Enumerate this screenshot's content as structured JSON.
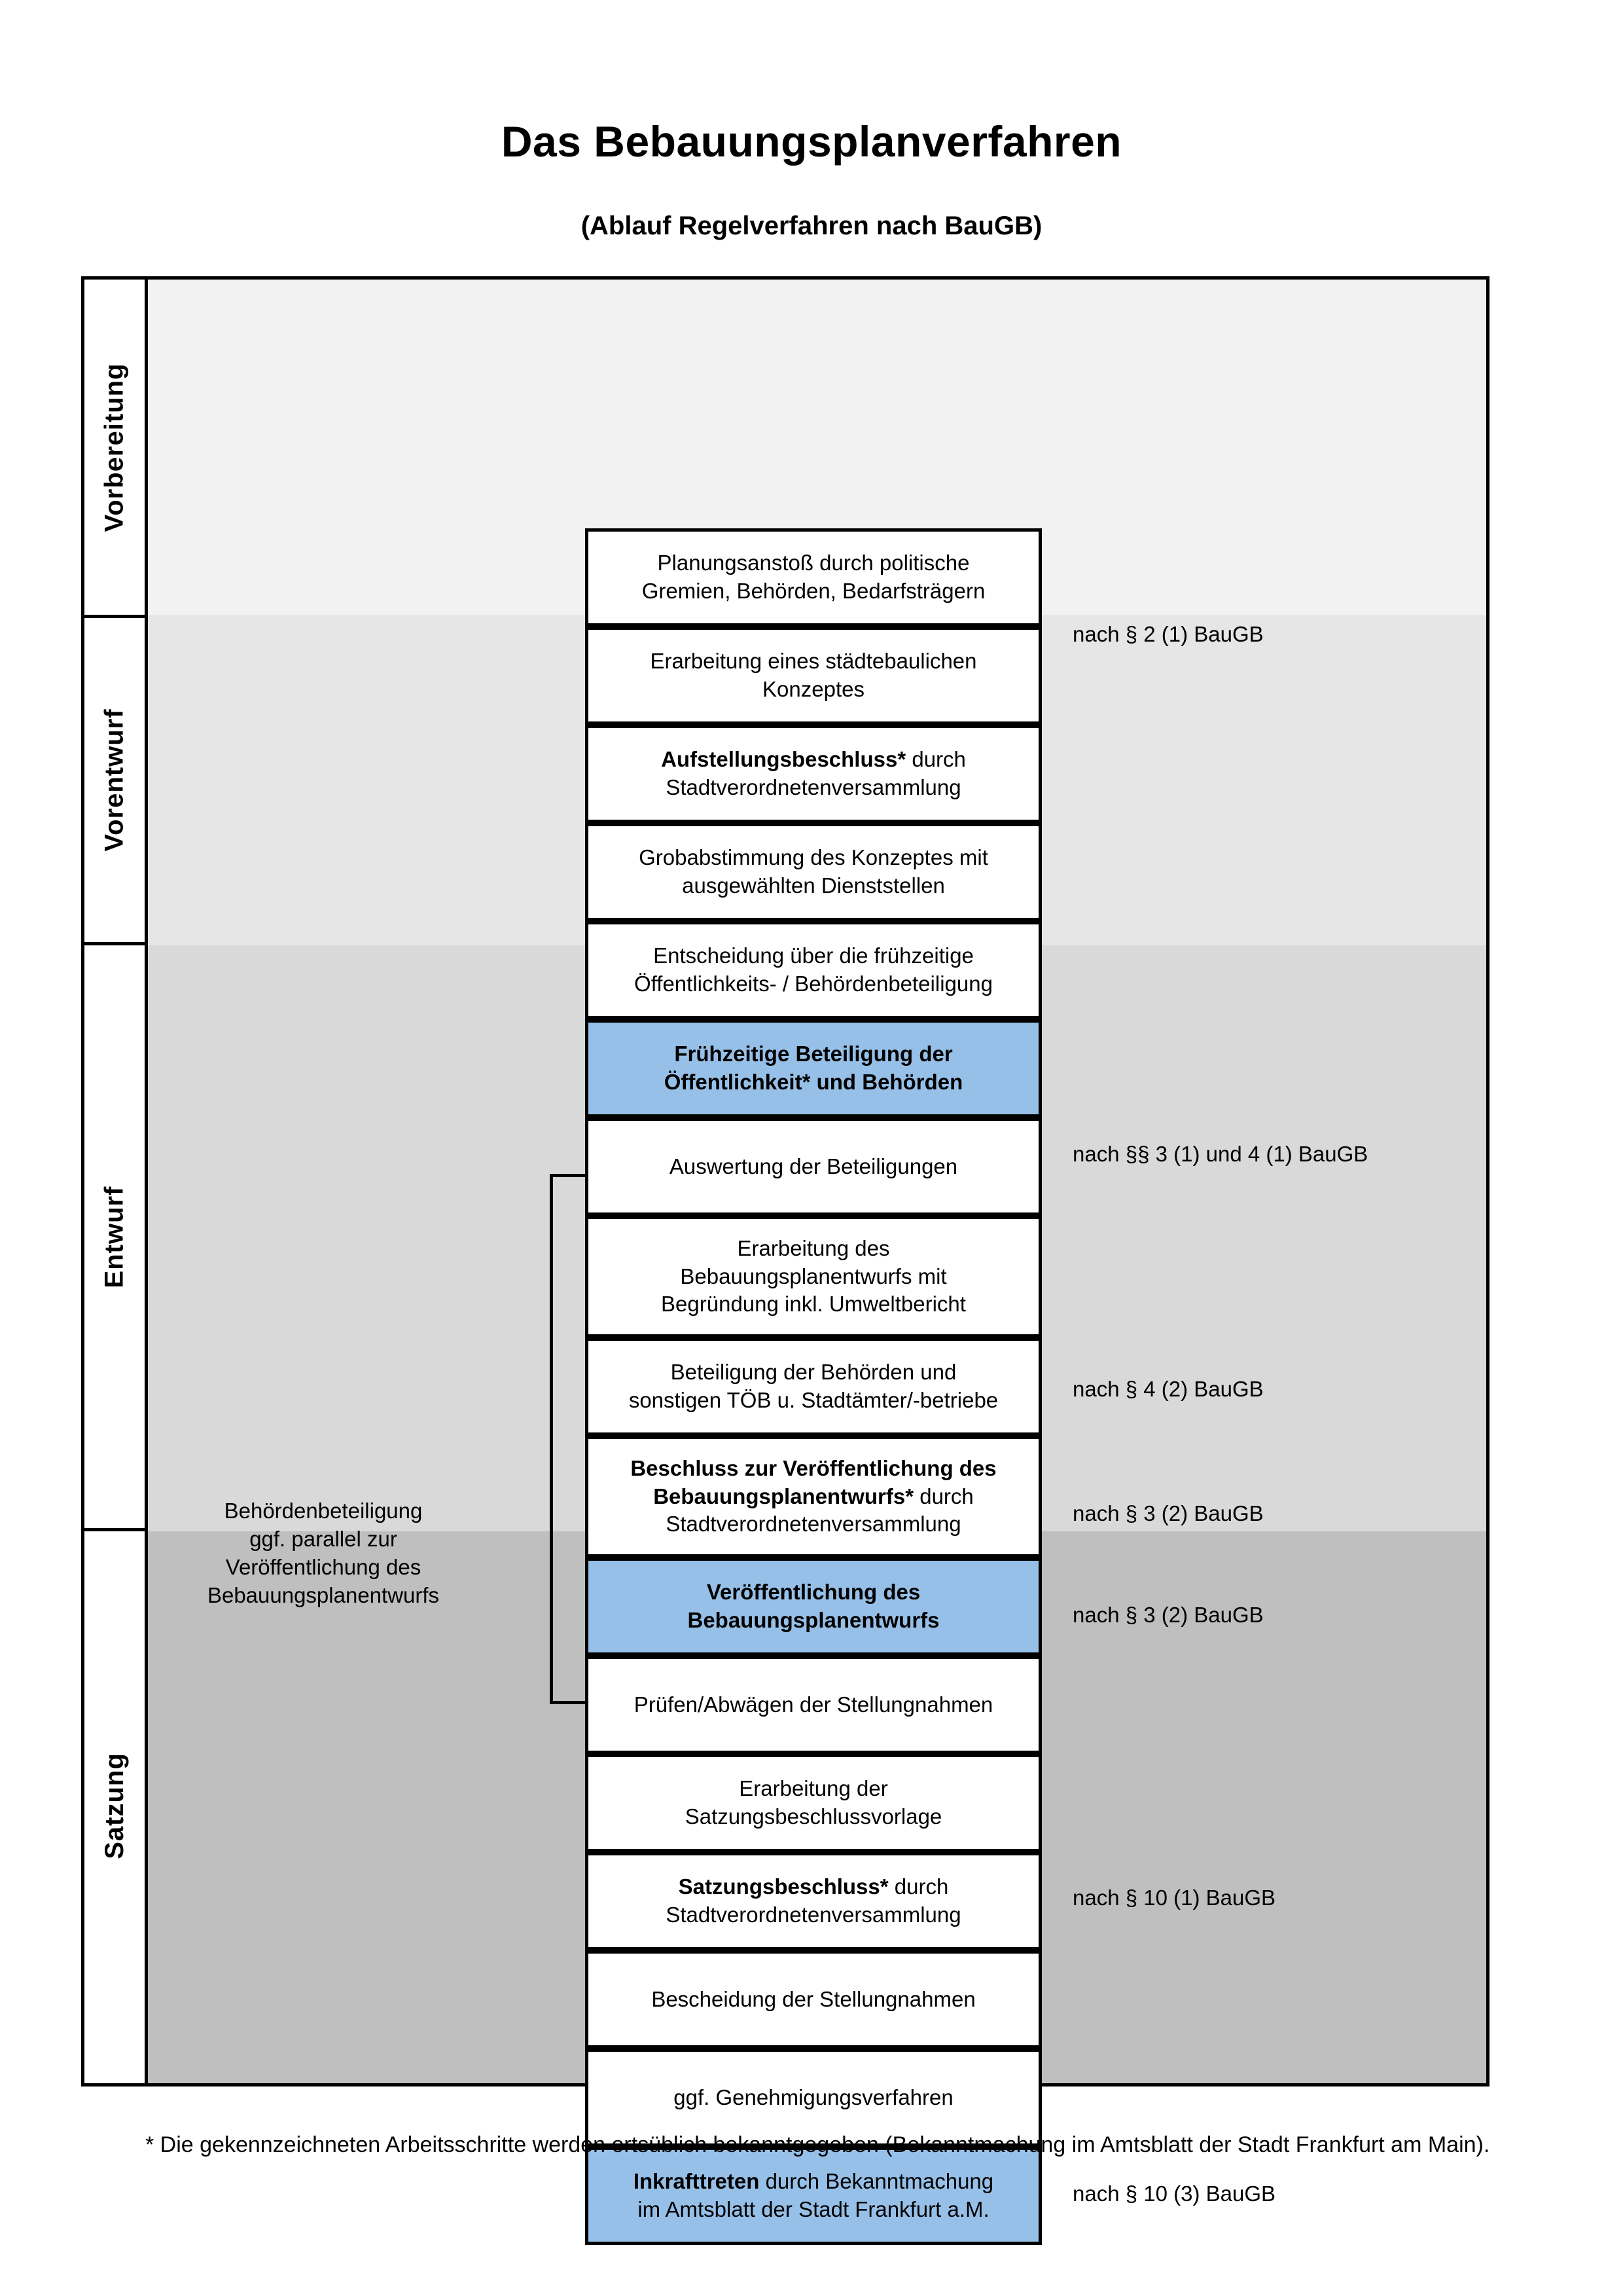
{
  "header": {
    "title": "Das Bebauungsplanverfahren",
    "subtitle": "(Ablauf Regelverfahren nach BauGB)"
  },
  "phases": [
    {
      "label": "Vorbereitung"
    },
    {
      "label": "Vorentwurf"
    },
    {
      "label": "Entwurf"
    },
    {
      "label": "Satzung"
    }
  ],
  "steps": [
    {
      "id": "planungsanstoss",
      "lines": [
        "Planungsanstoß durch politische",
        "Gremien, Behörden, Bedarfsträgern"
      ],
      "highlight": false
    },
    {
      "id": "erarbeitung-konzept",
      "lines": [
        "Erarbeitung eines städtebaulichen",
        "Konzeptes"
      ],
      "highlight": false
    },
    {
      "id": "aufstellungsbeschluss",
      "bold_prefix": "Aufstellungsbeschluss*",
      "rest_first_line": " durch",
      "lines": [
        "Aufstellungsbeschluss* durch",
        "Stadtverordnetenversammlung"
      ],
      "highlight": false
    },
    {
      "id": "grobabstimmung",
      "lines": [
        "Grobabstimmung des Konzeptes mit",
        "ausgewählten Dienststellen"
      ],
      "highlight": false
    },
    {
      "id": "entscheidung-fruehzeitig",
      "lines": [
        "Entscheidung über die frühzeitige",
        "Öffentlichkeits- / Behördenbeteiligung"
      ],
      "highlight": false
    },
    {
      "id": "fruehzeitige-beteiligung",
      "lines": [
        "Frühzeitige Beteiligung der",
        "Öffentlichkeit* und Behörden"
      ],
      "highlight": true,
      "all_bold": true
    },
    {
      "id": "auswertung",
      "lines": [
        "Auswertung der Beteiligungen"
      ],
      "highlight": false
    },
    {
      "id": "erarbeitung-entwurf",
      "lines": [
        "Erarbeitung des",
        "Bebauungsplanentwurfs mit",
        "Begründung inkl. Umweltbericht"
      ],
      "highlight": false
    },
    {
      "id": "beteiligung-behoerden",
      "lines": [
        "Beteiligung der Behörden und",
        "sonstigen TÖB u. Stadtämter/-betriebe"
      ],
      "highlight": false
    },
    {
      "id": "beschluss-veroeffentlichung",
      "bold_prefix": "Beschluss zur Veröffentlichung des Bebauungsplanentwurfs*",
      "rest": " durch Stadtverordnetenversammlung",
      "lines": [
        "Beschluss zur Veröffentlichung des",
        "Bebauungsplanentwurfs* durch",
        "Stadtverordnetenversammlung"
      ],
      "highlight": false
    },
    {
      "id": "veroeffentlichung",
      "lines": [
        "Veröffentlichung des",
        "Bebauungsplanentwurfs"
      ],
      "highlight": true,
      "all_bold": true
    },
    {
      "id": "pruefen-abwaegen",
      "lines": [
        "Prüfen/Abwägen der Stellungnahmen"
      ],
      "highlight": false
    },
    {
      "id": "erarbeitung-satzungsvorlage",
      "lines": [
        "Erarbeitung der",
        "Satzungsbeschlussvorlage"
      ],
      "highlight": false
    },
    {
      "id": "satzungsbeschluss",
      "bold_prefix": "Satzungsbeschluss*",
      "rest": " durch Stadtverordnetenversammlung",
      "lines": [
        "Satzungsbeschluss* durch",
        "Stadtverordnetenversammlung"
      ],
      "highlight": false
    },
    {
      "id": "bescheidung",
      "lines": [
        "Bescheidung der Stellungnahmen"
      ],
      "highlight": false
    },
    {
      "id": "genehmigungsverfahren",
      "lines": [
        "ggf. Genehmigungsverfahren"
      ],
      "highlight": false
    },
    {
      "id": "inkrafttreten",
      "bold_prefix": "Inkrafttreten",
      "rest": " durch Bekanntmachung im Amtsblatt der Stadt Frankfurt a.M.",
      "lines": [
        "Inkrafttreten durch Bekanntmachung",
        "im Amtsblatt der Stadt Frankfurt a.M."
      ],
      "highlight": true
    }
  ],
  "step_text": {
    "planungsanstoss_l1": "Planungsanstoß durch politische",
    "planungsanstoss_l2": "Gremien, Behörden, Bedarfsträgern",
    "konzept_l1": "Erarbeitung eines städtebaulichen",
    "konzept_l2": "Konzeptes",
    "aufstellung_bold": "Aufstellungsbeschluss*",
    "aufstellung_rest": " durch",
    "aufstellung_l2": "Stadtverordnetenversammlung",
    "grob_l1": "Grobabstimmung des Konzeptes mit",
    "grob_l2": "ausgewählten Dienststellen",
    "entscheidung_l1": "Entscheidung über die frühzeitige",
    "entscheidung_l2": "Öffentlichkeits- / Behördenbeteiligung",
    "fruehzeitig_l1": "Frühzeitige Beteiligung der",
    "fruehzeitig_l2": "Öffentlichkeit* und Behörden",
    "auswertung_l1": "Auswertung der Beteiligungen",
    "entwurf_l1": "Erarbeitung des",
    "entwurf_l2": "Bebauungsplanentwurfs mit",
    "entwurf_l3": "Begründung inkl. Umweltbericht",
    "behoerden_l1": "Beteiligung der Behörden und",
    "behoerden_l2": "sonstigen TÖB u. Stadtämter/-betriebe",
    "beschluss_bold1": "Beschluss zur Veröffentlichung des",
    "beschluss_bold2": "Bebauungsplanentwurfs*",
    "beschluss_rest": " durch",
    "beschluss_l3": "Stadtverordnetenversammlung",
    "veroeff_l1": "Veröffentlichung des",
    "veroeff_l2": "Bebauungsplanentwurfs",
    "pruefen_l1": "Prüfen/Abwägen der Stellungnahmen",
    "satzvorlage_l1": "Erarbeitung der",
    "satzvorlage_l2": "Satzungsbeschlussvorlage",
    "satzbeschluss_bold": "Satzungsbeschluss*",
    "satzbeschluss_rest": " durch",
    "satzbeschluss_l2": "Stadtverordnetenversammlung",
    "bescheidung_l1": "Bescheidung der Stellungnahmen",
    "genehmigung_l1": "ggf. Genehmigungsverfahren",
    "inkraft_bold": "Inkrafttreten",
    "inkraft_rest": " durch Bekanntmachung",
    "inkraft_l2": "im Amtsblatt der Stadt Frankfurt a.M."
  },
  "legal_refs": [
    {
      "id": "ref-2-1",
      "text": "nach § 2 (1) BauGB"
    },
    {
      "id": "ref-3-1-4-1",
      "text": "nach §§ 3 (1) und 4 (1) BauGB"
    },
    {
      "id": "ref-4-2",
      "text": "nach § 4 (2) BauGB"
    },
    {
      "id": "ref-3-2-a",
      "text": "nach § 3 (2) BauGB"
    },
    {
      "id": "ref-3-2-b",
      "text": "nach § 3 (2) BauGB"
    },
    {
      "id": "ref-10-1",
      "text": "nach § 10 (1) BauGB"
    },
    {
      "id": "ref-10-3",
      "text": "nach § 10 (3) BauGB"
    }
  ],
  "sidenote": {
    "l1": "Behördenbeteiligung",
    "l2": "ggf. parallel zur",
    "l3": "Veröffentlichung des",
    "l4": "Bebauungsplanentwurfs"
  },
  "footnote": {
    "text": "* Die gekennzeichneten Arbeitsschritte werden ortsüblich bekanntgegeben (Bekanntmachung im Amtsblatt  der Stadt Frankfurt am Main)."
  },
  "colors": {
    "highlight_blue": "#97c0e8",
    "band_1": "#f2f2f2",
    "band_2": "#e6e6e6",
    "band_3": "#d9d9d9",
    "band_4": "#bfbfbf",
    "line": "#000000"
  }
}
